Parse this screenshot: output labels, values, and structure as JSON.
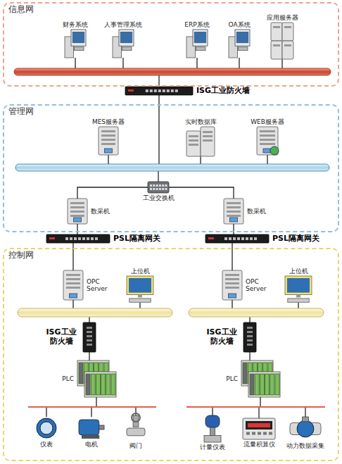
{
  "diagram": {
    "nodes": [
      {
        "text": [
          "信息网"
        ]
      },
      {
        "text": [
          "财务系统"
        ],
        "in": 0
      },
      {
        "text": [
          "人事管理系统"
        ],
        "in": 0
      },
      {
        "text": [
          "ERP系统"
        ],
        "in": 0
      },
      {
        "text": [
          "OA系统"
        ],
        "in": 0
      },
      {
        "text": [
          "应用服务器"
        ],
        "in": 0
      },
      {
        "text": [
          "ISG工业防火墙"
        ]
      },
      {
        "text": [
          "管理网"
        ]
      },
      {
        "text": [
          "MES服务器"
        ],
        "in": 7
      },
      {
        "text": [
          "实时数据库"
        ],
        "in": 7
      },
      {
        "text": [
          "WEB服务器"
        ],
        "in": 7
      },
      {
        "text": [
          "工业交换机"
        ],
        "in": 7
      },
      {
        "text": [
          "数采机"
        ],
        "in": 7
      },
      {
        "text": [
          "数采机"
        ],
        "in": 7
      },
      {
        "text": [
          "PSL隔离网关"
        ]
      },
      {
        "text": [
          "PSL隔离网关"
        ]
      },
      {
        "text": [
          "控制网"
        ]
      },
      {
        "text": [
          "OPC Server"
        ],
        "in": 16
      },
      {
        "text": [
          "上位机"
        ],
        "in": 16
      },
      {
        "text": [
          "OPC Server"
        ],
        "in": 16
      },
      {
        "text": [
          "上位机"
        ],
        "in": 16
      },
      {
        "text": [
          "ISG工业 防火墙"
        ],
        "in": 16
      },
      {
        "text": [
          "PLC"
        ],
        "in": 16
      },
      {
        "text": [
          "ISG工业 防火墙"
        ],
        "in": 16
      },
      {
        "text": [
          "PLC"
        ],
        "in": 16
      },
      {
        "text": [
          "仪表"
        ],
        "in": 16
      },
      {
        "text": [
          "电机"
        ],
        "in": 16
      },
      {
        "text": [
          "阀门"
        ],
        "in": 16
      },
      {
        "text": [
          "计量仪表"
        ],
        "in": 16
      },
      {
        "text": [
          "流量积算仪"
        ],
        "in": 16
      },
      {
        "text": [
          "动力数据采集"
        ],
        "in": 16
      }
    ],
    "edges": [
      {
        "from": 11,
        "to": 12,
        "arrow": "none"
      },
      {
        "from": 11,
        "to": 13,
        "arrow": "none"
      },
      {
        "from": 12,
        "to": 14,
        "arrow": "none"
      },
      {
        "from": 14,
        "to": 17,
        "arrow": "none"
      },
      {
        "from": 13,
        "to": 15,
        "arrow": "none"
      },
      {
        "from": 15,
        "to": 19,
        "arrow": "none"
      },
      {
        "from": 21,
        "to": 22,
        "arrow": "none"
      },
      {
        "from": 23,
        "to": 24,
        "arrow": "none"
      }
    ]
  }
}
